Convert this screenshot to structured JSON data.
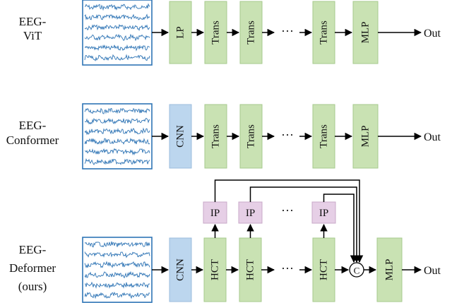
{
  "rows": [
    {
      "name_lines": [
        "EEG-",
        "ViT"
      ],
      "blocks": [
        "LP",
        "Trans",
        "Trans",
        "Trans",
        "MLP"
      ],
      "output": "Out"
    },
    {
      "name_lines": [
        "EEG-",
        "Conformer"
      ],
      "blocks": [
        "CNN",
        "Trans",
        "Trans",
        "Trans",
        "MLP"
      ],
      "output": "Out"
    },
    {
      "name_lines": [
        "EEG-",
        "Deformer",
        "(ours)"
      ],
      "blocks": [
        "CNN",
        "HCT",
        "HCT",
        "HCT",
        "MLP"
      ],
      "output": "Out",
      "ip_blocks": [
        "IP",
        "IP",
        "IP"
      ],
      "concat_symbol": "C"
    }
  ],
  "ellipsis": "···",
  "colors": {
    "green_fill": "#c9e2b3",
    "green_stroke": "#a6c98c",
    "blue_fill": "#bcd6ee",
    "blue_stroke": "#9bbcdc",
    "purple_fill": "#e6cfe6",
    "purple_stroke": "#c8a8c8",
    "signal": "#2e74b5",
    "line": "#000000"
  }
}
